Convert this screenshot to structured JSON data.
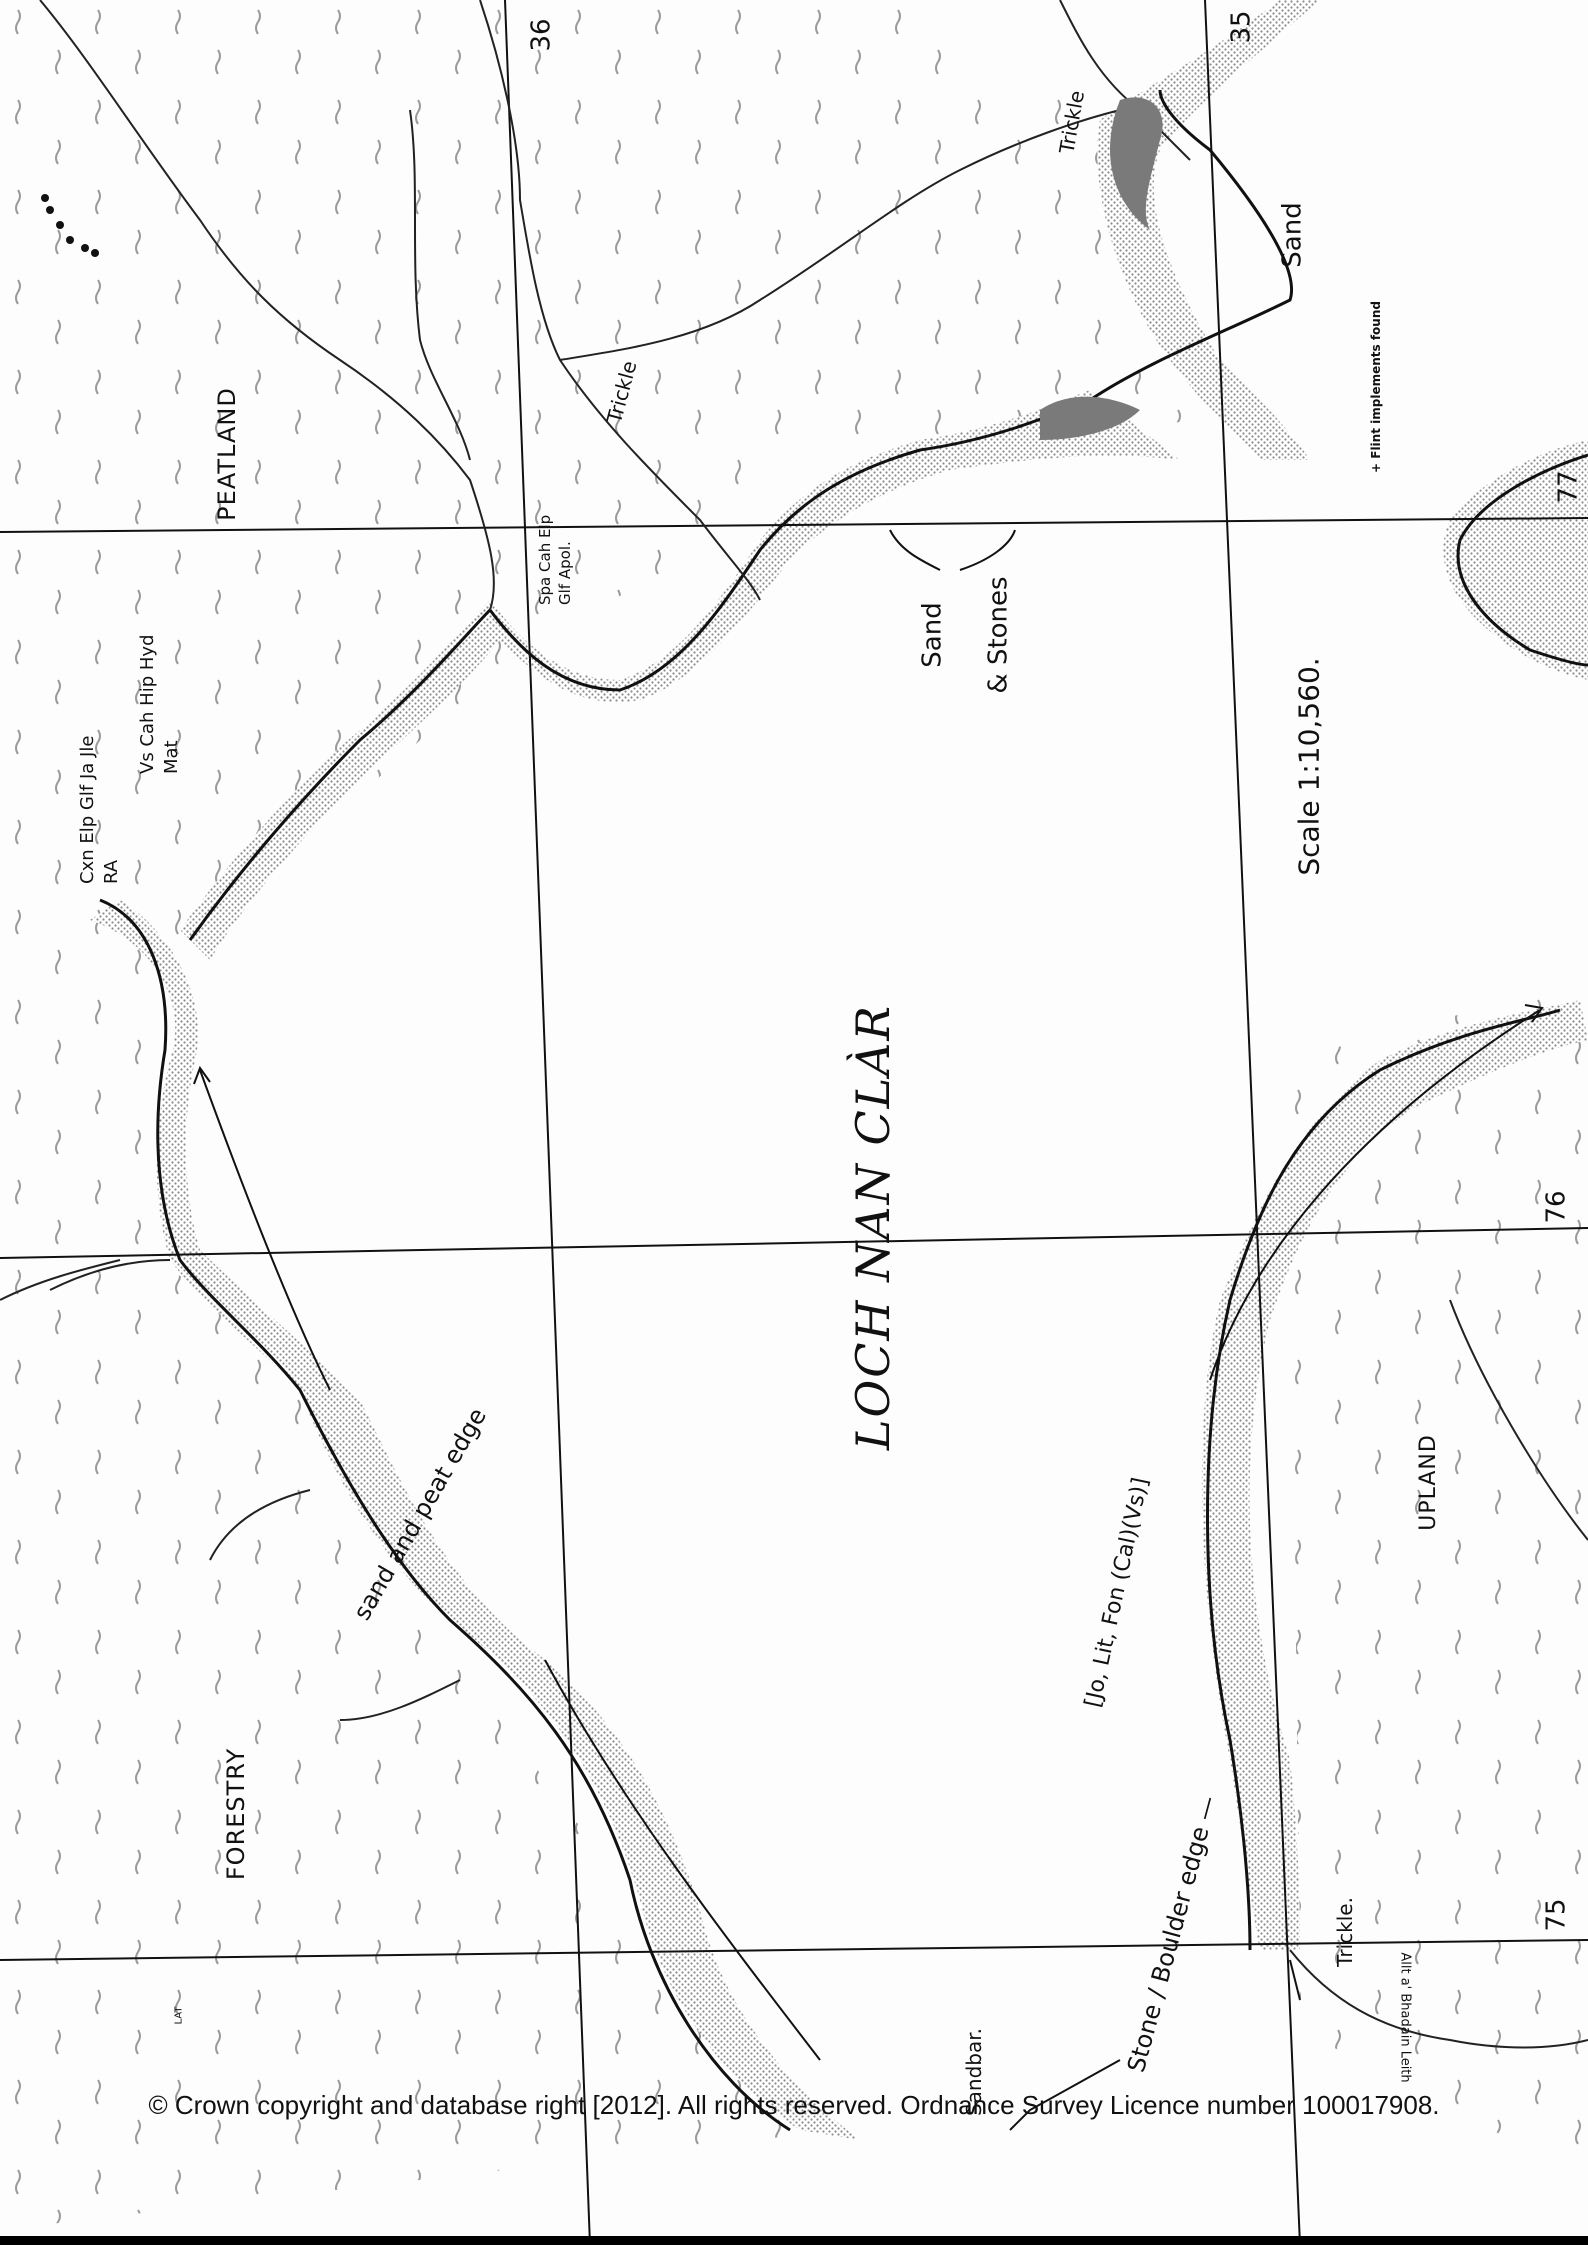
{
  "map": {
    "lake_name": "LOCH NAN CLÀR",
    "area_labels": {
      "peatland": "PEATLAND",
      "forestry": "FORESTRY",
      "upland": "UPLAND"
    },
    "shore_labels": {
      "sand_peat_edge": "sand and peat edge",
      "sand_stones_1": "Sand",
      "sand_stones_2": "& Stones",
      "sand": "Sand",
      "stone_boulder": "Stone / Boulder edge —",
      "finds_bracket": "[Jo, Lit, Fon (Cal)(Vs)]",
      "sandbar": "Sandbar."
    },
    "streams": {
      "trickle_1": "Trickle",
      "trickle_2": "Trickle",
      "trickle_3": "Trickle.",
      "allt_name": "Allt a' Bhadain Leith"
    },
    "plant_codes": {
      "col1": [
        "Cxn",
        "Elp",
        "Glf",
        "Ja",
        "Jle",
        "RA"
      ],
      "col2": [
        "Vs",
        "Cah",
        "Hip",
        "Hyd",
        "Mat"
      ],
      "col3": [
        "Spa",
        "Cah",
        "Elp",
        "Glf",
        "Apol."
      ]
    },
    "scale": "Scale 1:10,560.",
    "flint_note": "+ Flint implements found",
    "grid_labels": [
      "36",
      "35",
      "77",
      "76",
      "75"
    ],
    "small_label": "LAT"
  },
  "footer": {
    "copyright": "© Crown copyright and database right [2012].  All rights reserved.  Ordnance Survey Licence number 100017908."
  },
  "colors": {
    "ink": "#111111",
    "stipple": "#bdbdbd",
    "paper": "#fdfdfd"
  }
}
